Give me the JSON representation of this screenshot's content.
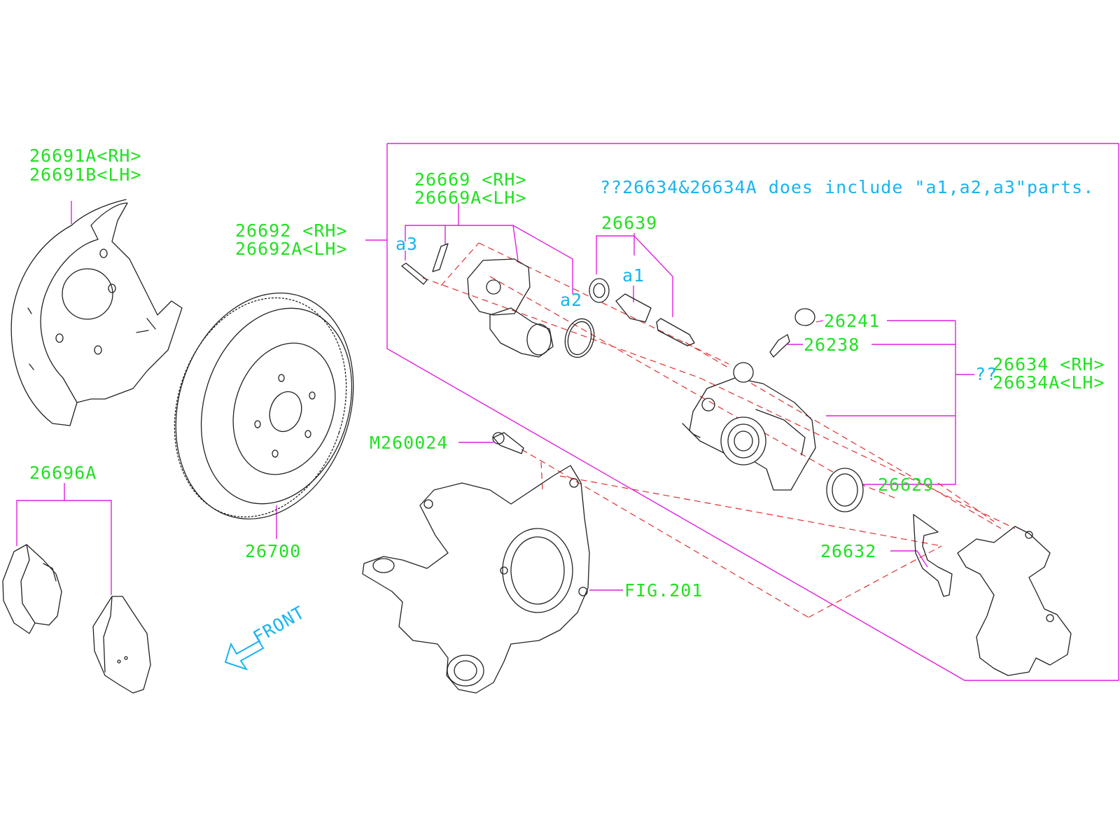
{
  "note": "??26634&26634A does include \"a1,a2,a3\"parts.",
  "colors": {
    "part_number": "#22e022",
    "annotation": "#19b4f0",
    "leader": "#e020e0",
    "dashed_line": "#e03030",
    "outline": "#222222"
  },
  "labels": {
    "p26691a": "26691A<RH>",
    "p26691b": "26691B<LH>",
    "p26669": "26669 <RH>",
    "p26669a": "26669A<LH>",
    "p26692": "26692 <RH>",
    "p26692a": "26692A<LH>",
    "p26639": "26639",
    "a1": "a1",
    "a2": "a2",
    "a3": "a3",
    "p26241": "26241",
    "p26238": "26238",
    "p26634": "26634 <RH>",
    "p26634a": "26634A<LH>",
    "qq": "??",
    "m260024": "M260024",
    "p26629": "26629",
    "p26632": "26632",
    "fig201": "FIG.201",
    "p26696a": "26696A",
    "p26700": "26700",
    "front": "FRONT"
  }
}
